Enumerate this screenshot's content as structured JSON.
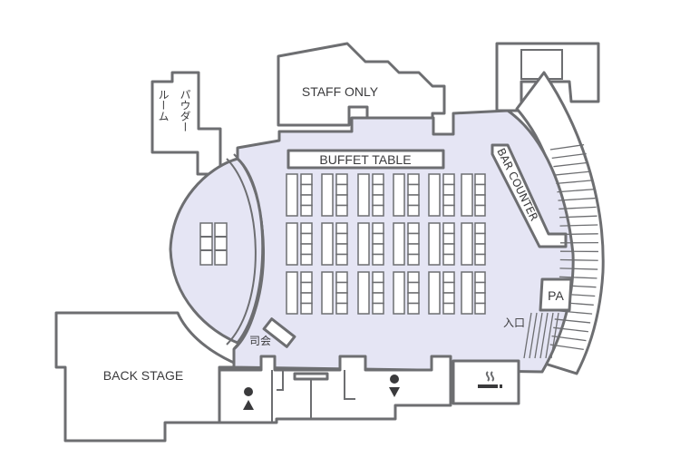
{
  "rooms": {
    "staff_only": "STAFF ONLY",
    "buffet_table": "BUFFET TABLE",
    "bar_counter": "BAR COUNTER",
    "back_stage": "BACK STAGE",
    "powder_room_line1": "パウダー",
    "powder_room_line2": "ルーム",
    "mc": "司会",
    "pa": "PA",
    "entrance": "入口"
  },
  "icons": [
    "female-restroom-icon",
    "male-restroom-icon",
    "smoking-area-icon"
  ],
  "colors": {
    "hall_fill": "#e5e5f4",
    "wall_stroke": "#6d6e71",
    "text": "#3a3a3c"
  }
}
